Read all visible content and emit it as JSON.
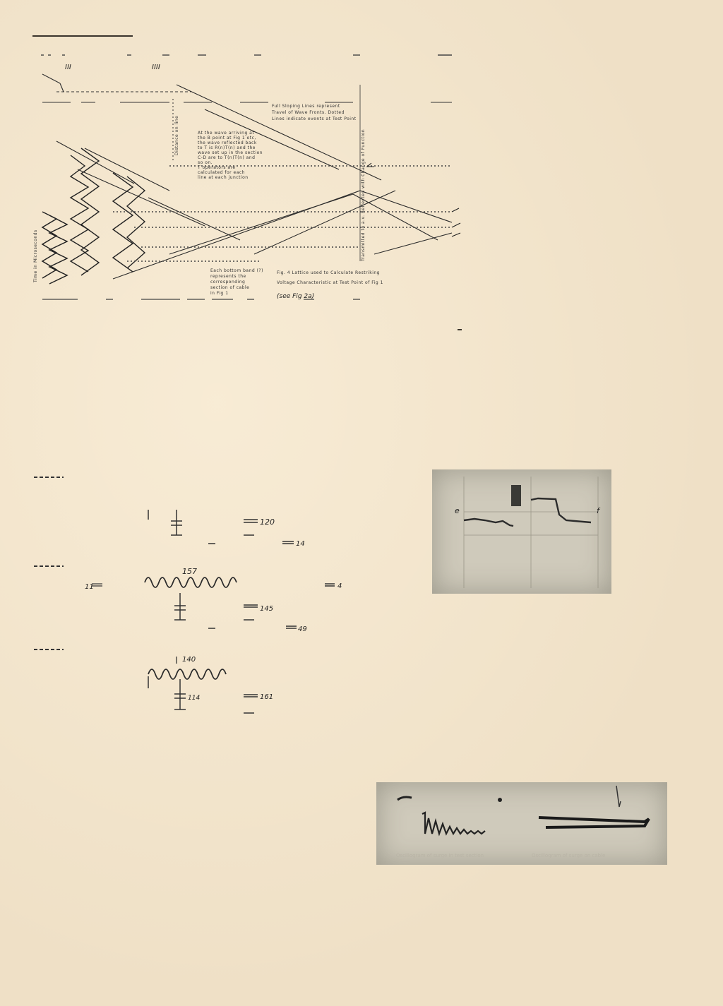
{
  "lattice_figure": {
    "roman_labels": [
      "III",
      "IIII"
    ],
    "caption_line1": "Fig. 4  Lattice used to Calculate Restriking",
    "caption_line2": "Voltage Characteristic at Test Point of Fig 1",
    "caption_ref": "(see Fig 2a)",
    "legend_line1": "Full Sloping Lines represent",
    "legend_line2": "Travel of Wave Fronts. Dotted",
    "legend_line3": "Lines indicate events at Test Point",
    "note_lines": [
      "At the wave arriving at",
      "the B point at Fig 1 etc,",
      "the wave reflected back",
      "to T is R(n)T(n) and the",
      "wave set up in the section",
      "C-D are to T(n)T(n) and",
      "so on.",
      "T operators are",
      "calculated for each",
      "line at each junction"
    ],
    "note2_lines": [
      "Each bottom band (?)",
      "represents the",
      "corresponding",
      "section of cable",
      "in Fig 1"
    ],
    "vertical_left": "Time in Microseconds",
    "vertical_right": "Transmitted to a.v. Reflected with Change of Function",
    "vertical_mid": "Distance on line"
  },
  "circuit_figure": {
    "labels": {
      "n1": "120",
      "n2": "14",
      "n3": "157",
      "n4": "11",
      "n5": "4",
      "n6": "145",
      "n7": "49",
      "n8": "140",
      "n9": "114",
      "n10": "161"
    }
  },
  "photo1": {
    "label_e": "e",
    "label_f": "f"
  },
  "photo2": {
    "caption_left": "Oscillogram of surge in test section",
    "caption_right": "Oscillogram of surge on cable"
  }
}
